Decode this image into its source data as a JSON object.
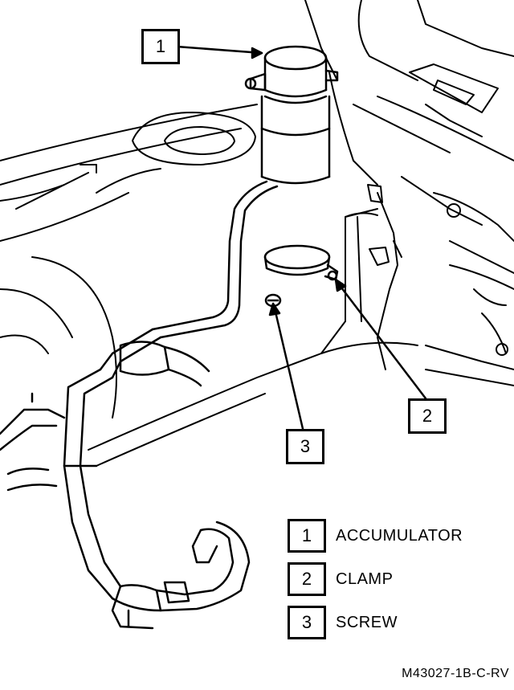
{
  "callouts": [
    {
      "number": "1",
      "part": "ACCUMULATOR"
    },
    {
      "number": "2",
      "part": "CLAMP"
    },
    {
      "number": "3",
      "part": "SCREW"
    }
  ],
  "figure_code": "M43027-1B-C-RV",
  "colors": {
    "ink": "#000000",
    "paper": "#ffffff"
  }
}
